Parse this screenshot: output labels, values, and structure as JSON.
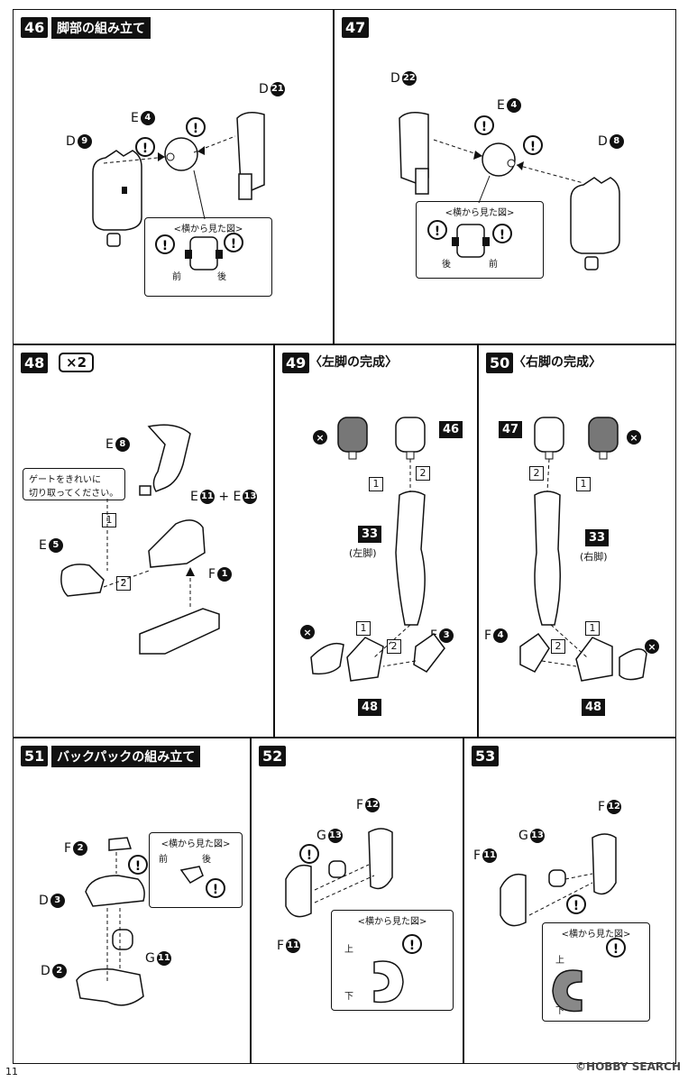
{
  "steps": {
    "s46": {
      "num": "46",
      "title": "脚部の組み立て",
      "parts": {
        "d9": "D",
        "e4": "E",
        "d21": "D"
      },
      "nums": {
        "d9": "9",
        "e4": "4",
        "d21": "21"
      },
      "callout_title": "<横から見た図>",
      "front": "前",
      "back": "後"
    },
    "s47": {
      "num": "47",
      "parts": {
        "d22": "D",
        "e4": "E",
        "d8": "D"
      },
      "nums": {
        "d22": "22",
        "e4": "4",
        "d8": "8"
      },
      "callout_title": "<横から見た図>",
      "back": "後",
      "front": "前"
    },
    "s48": {
      "num": "48",
      "multiplier": "×2",
      "note_line1": "ゲートをきれいに",
      "note_line2": "切り取ってください。",
      "parts": {
        "e8": "E",
        "e11": "E",
        "plus": "+",
        "e13": "E",
        "e5": "E",
        "f1": "F"
      },
      "nums": {
        "e8": "8",
        "e11": "11",
        "e13": "13",
        "e5": "5",
        "f1": "1"
      },
      "order1": "1",
      "order2": "2"
    },
    "s49": {
      "num": "49",
      "title": "〈左脚の完成〉",
      "tag46": "46",
      "tag33": "33",
      "tag48": "48",
      "label33": "(左脚)",
      "parts": {
        "f3": "F"
      },
      "nums": {
        "f3": "3"
      },
      "o1": "1",
      "o2": "2",
      "o1b": "1",
      "o2b": "2"
    },
    "s50": {
      "num": "50",
      "title": "〈右脚の完成〉",
      "tag47": "47",
      "tag33": "33",
      "tag48": "48",
      "label33": "(右脚)",
      "parts": {
        "f4": "F"
      },
      "nums": {
        "f4": "4"
      },
      "o1": "1",
      "o2": "2",
      "o1b": "1",
      "o2b": "2"
    },
    "s51": {
      "num": "51",
      "title": "バックパックの組み立て",
      "parts": {
        "f2": "F",
        "d3": "D",
        "d2": "D",
        "g11": "G"
      },
      "nums": {
        "f2": "2",
        "d3": "3",
        "d2": "2",
        "g11": "11"
      },
      "callout_title": "<横から見た図>",
      "front": "前",
      "back": "後"
    },
    "s52": {
      "num": "52",
      "parts": {
        "f12": "F",
        "g13": "G",
        "f11": "F"
      },
      "nums": {
        "f12": "12",
        "g13": "13",
        "f11": "11"
      },
      "callout_title": "<横から見た図>",
      "top": "上",
      "bottom": "下"
    },
    "s53": {
      "num": "53",
      "parts": {
        "f12": "F",
        "g13": "G",
        "f11": "F"
      },
      "nums": {
        "f12": "12",
        "g13": "13",
        "f11": "11"
      },
      "callout_title": "<横から見た図>",
      "top": "上",
      "bottom": "下"
    }
  },
  "footer": {
    "page": "11",
    "brand": "©HOBBY SEARCH"
  }
}
